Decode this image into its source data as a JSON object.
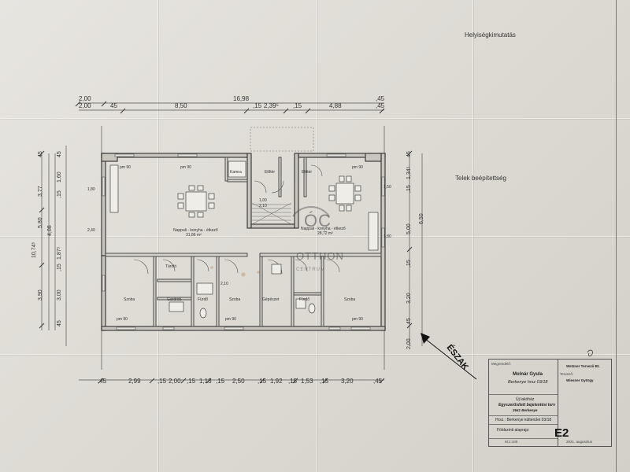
{
  "header": {
    "room_schedule_title": "Helyiségkimutatás",
    "site_coverage_title": "Telek beépítettség"
  },
  "dimensions": {
    "top_row1": [
      "2,00",
      "16,98",
      ",45"
    ],
    "top_row2": [
      "2,00",
      "45",
      "8,50",
      ",15",
      "2,39⁵",
      ",15",
      "4,88",
      ",45"
    ],
    "bottom_row": [
      ",45",
      "2,99",
      ",15",
      "2,00",
      ",15",
      "1,13",
      ",15",
      "2,50",
      ",15",
      "1,92",
      ",15",
      "1,53",
      ",15",
      "3,20",
      ",45"
    ],
    "left_col_outer": [
      "10,74⁵"
    ],
    "left_col_a": [
      "45",
      "3,77",
      "5,80",
      "4,08",
      "3,90"
    ],
    "left_col_b": [
      "45",
      "1,60",
      ",15",
      "1,87⁵",
      ",15",
      "3,00",
      "45"
    ],
    "right_col": [
      "45",
      "1,34⁵",
      ",15",
      "5,00",
      "6,50",
      ",15",
      "3,20",
      "45",
      "2,00"
    ],
    "openings": [
      "pm 90",
      "90",
      "2,10",
      "1,00",
      "1,50",
      "1,80",
      "2,40",
      "2,10",
      "1,80"
    ]
  },
  "rooms": {
    "kamra": "Kamra",
    "eloter_left": "Előtér",
    "eloter_right": "Előtér",
    "nappali_left": "Nappali - konyha - étkező",
    "nappali_left_area": "31,86 m²",
    "nappali_right": "Nappali - konyha - étkező",
    "nappali_right_area": "28,72 m²",
    "tarolo": "Tároló",
    "szoba_left": "Szoba",
    "gardrob": "Gardrób",
    "furdo_left": "Fürdő",
    "szoba_mid": "Szoba",
    "gepeszet": "Gépészet",
    "furdo_right": "Fürdő",
    "szoba_right": "Szoba"
  },
  "watermark": {
    "monogram": "ÓC",
    "brand": "OTTHON",
    "sub": "CENTRUM"
  },
  "north": "ÉSZAK",
  "title_block": {
    "owner_label": "Megrendelő:",
    "owner_name": "Molnár Gyula",
    "owner_address": "Berkenye hrsz 03/18",
    "project": "Új lakóház",
    "plan_type": "Egyszerűsített bejelentési terv",
    "postcode": "2641 Berkenye",
    "hrsz": "Hrsz.: Berkenye külterület 03/18",
    "sheet_name": "Földszinti alaprajz:",
    "sheet_code": "E2",
    "scale": "M:1:100",
    "date": "2021. augusztus",
    "designer_label": "Tervező:",
    "designer_firm": "Wetzner Tervező Bt.",
    "designer_person": "Wiesner György"
  },
  "colors": {
    "paper": "#e2e0da",
    "ink": "#2b2b2b",
    "wall": "#4a4a4a",
    "dim": "#555555"
  }
}
